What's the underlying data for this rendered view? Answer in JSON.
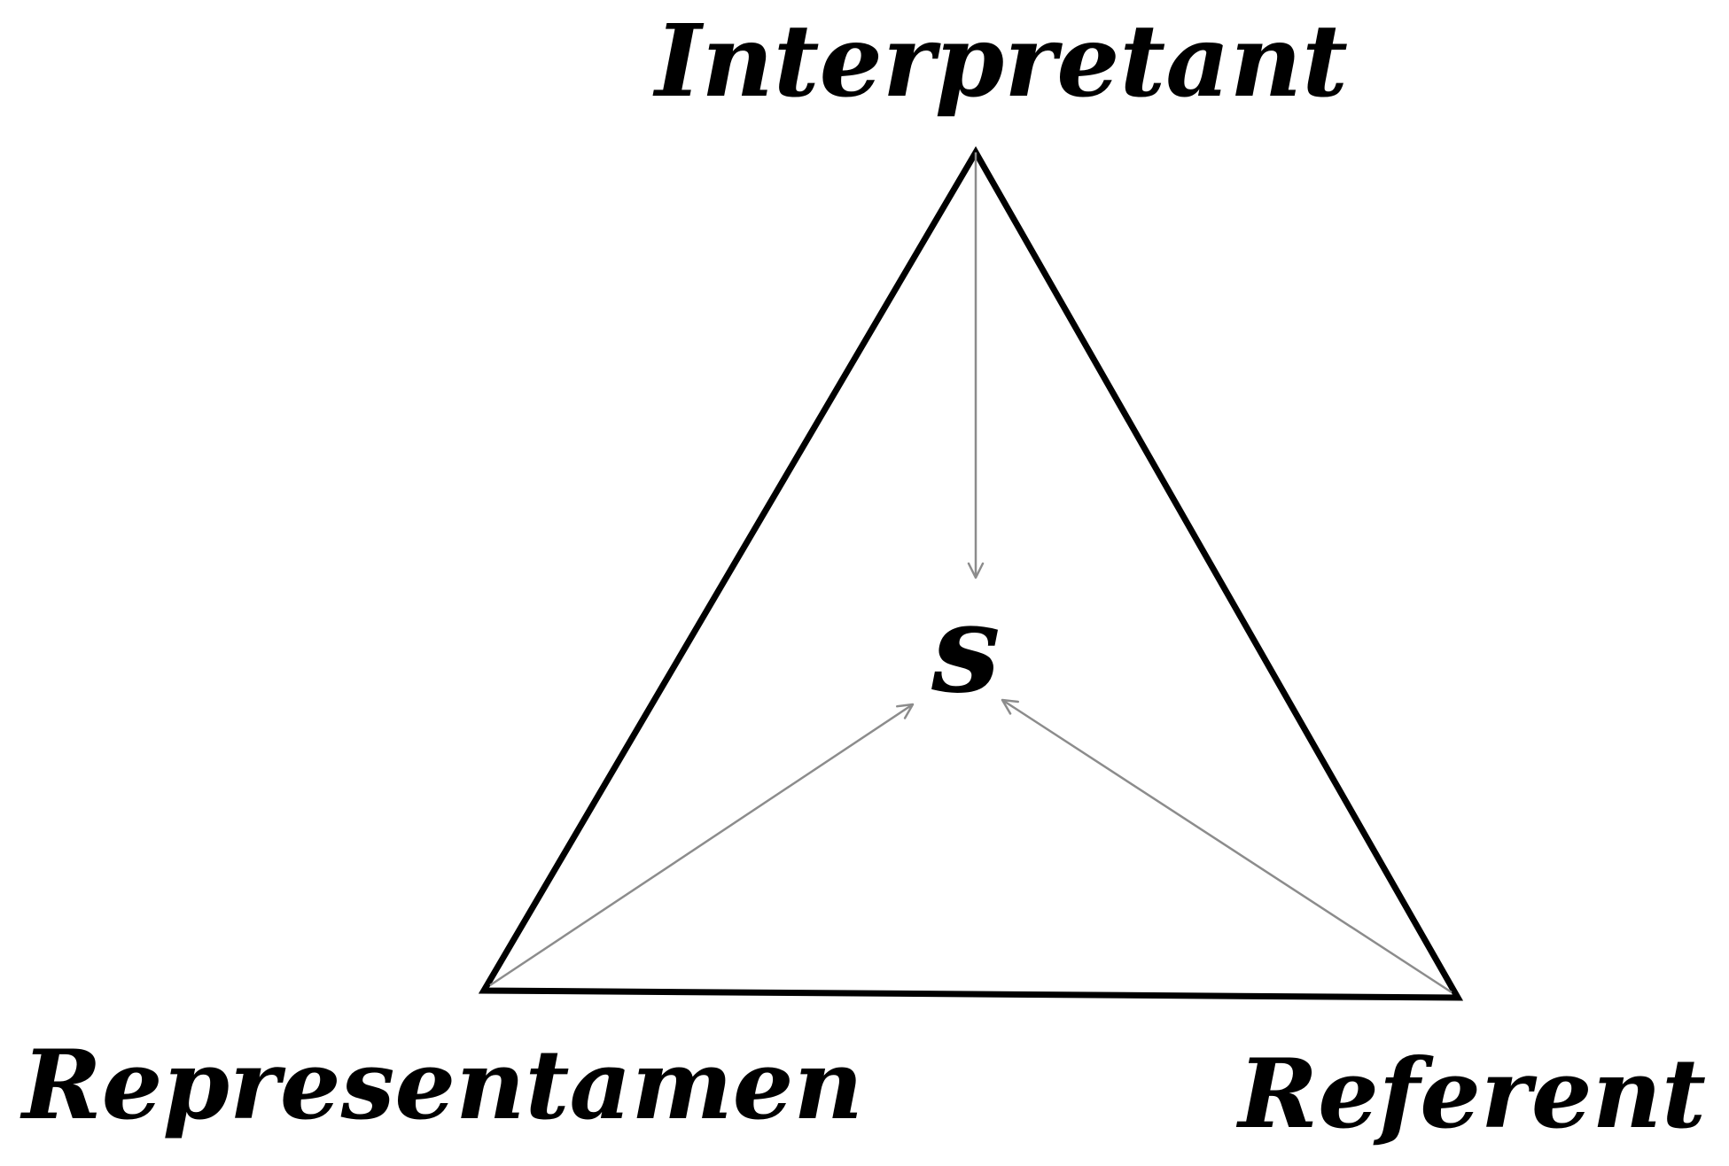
{
  "labels": {
    "top": "Interpretant",
    "bottom_left": "Representamen",
    "bottom_right": "Referent",
    "center": "s"
  },
  "colors": {
    "triangle_stroke": "#000000",
    "arrow_stroke": "#8c8c8c",
    "text": "#000000",
    "background": "#ffffff"
  }
}
